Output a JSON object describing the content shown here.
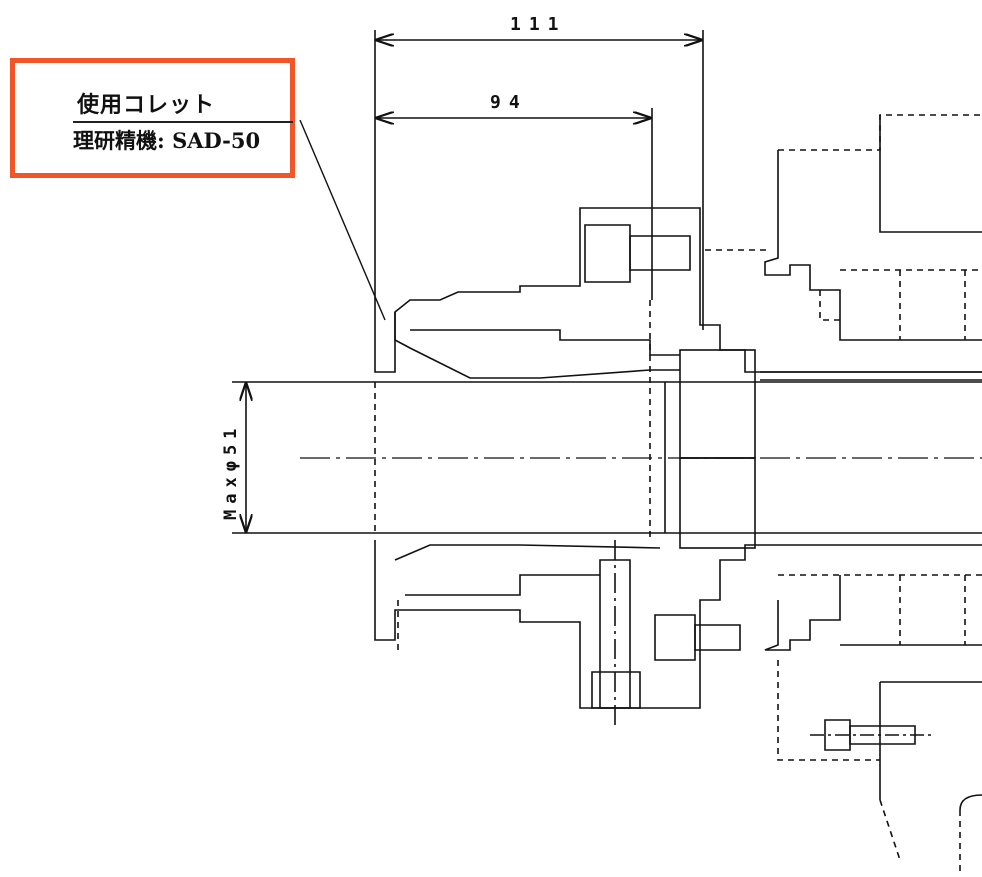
{
  "dimensions": {
    "overall_length": "111",
    "inner_length": "94",
    "max_bore": "Maxφ51"
  },
  "callout": {
    "title": "使用コレット",
    "spec": "理研精機: SAD-50"
  },
  "colors": {
    "callout_border": "#f0562a",
    "line": "#111111"
  }
}
